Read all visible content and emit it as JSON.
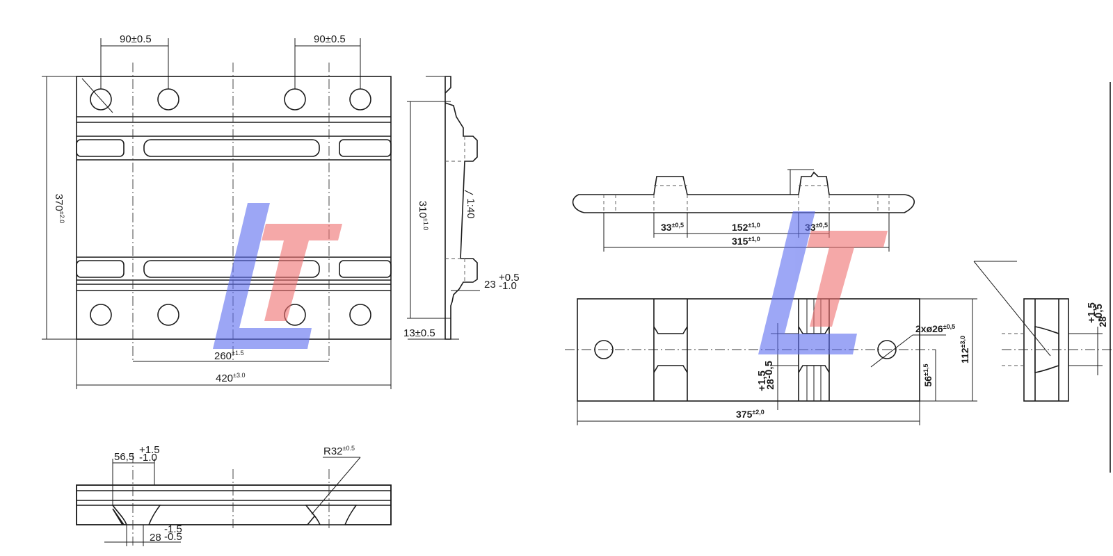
{
  "dimensions": {
    "left_hole_spacing": "90±0.5",
    "right_hole_spacing": "90±0.5",
    "height_370": "370",
    "height_370_tol": "±2.0",
    "height_310": "310",
    "height_310_tol": "±1.0",
    "slope": "1:40",
    "rib_23": "23",
    "rib_23_tol_up": "+0.5",
    "rib_23_tol_dn": "-1.0",
    "thick_13": "13±0.5",
    "span_260": "260",
    "span_260_tol": "±1.5",
    "width_420": "420",
    "width_420_tol": "±3.0",
    "slot_56_5": "56,5",
    "slot_56_5_tol_up": "+1.5",
    "slot_56_5_tol_dn": "-1.0",
    "radius_32": "R32",
    "radius_32_tol": "±0.5",
    "slot_28": "28",
    "slot_28_tol_up": "-1.5",
    "slot_28_tol_dn": "-0.5",
    "rib_33_left": "33",
    "rib_33_left_tol": "±0,5",
    "span_152": "152",
    "span_152_tol": "±1,0",
    "rib_33_right": "33",
    "rib_33_right_tol": "±0,5",
    "span_315": "315",
    "span_315_tol": "±1,0",
    "holes_2x26": "2xø26",
    "holes_2x26_tol": "±0,5",
    "width_112": "112",
    "width_112_tol": "±3,0",
    "half_56": "56",
    "half_56_tol": "±1,5",
    "gap_28_plan": "28",
    "gap_28_plan_tol_up": "+1,5",
    "gap_28_plan_tol_dn": "-0,5",
    "length_375": "375",
    "length_375_tol": "±2,0",
    "gap_28_side": "28",
    "gap_28_side_tol_up": "+1,5",
    "gap_28_side_tol_dn": "-0,5"
  },
  "watermark": {
    "logo_name": "LT-logo",
    "colors": {
      "blue": "#5b6cf0",
      "red": "#f07070"
    }
  }
}
